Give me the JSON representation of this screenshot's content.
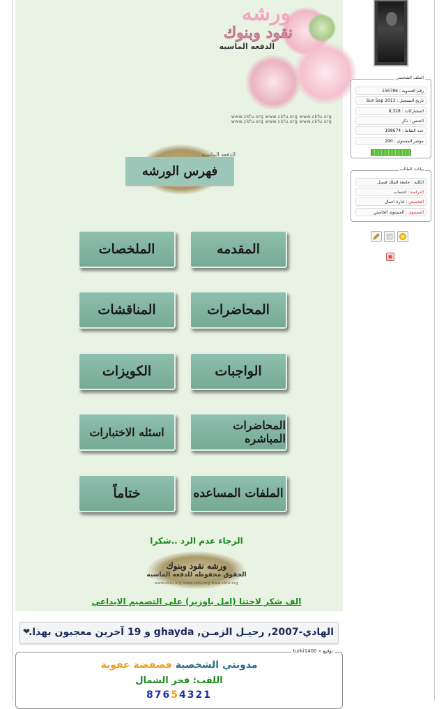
{
  "banner": {
    "title": "ورشه",
    "subtitle": "نقود وبنوك",
    "tagline": "الدفعه الماسيه",
    "url_line1": "www.ckfu.org www.ckfu.org www.ckfu.org",
    "url_line2": "www.ckfu.org www.ckfu.org www.ckfu.org"
  },
  "index": {
    "small_label": "الدفعه الماسيه",
    "title": "فهرس الورشه"
  },
  "buttons": [
    {
      "label": "المقدمه"
    },
    {
      "label": "الملخصات"
    },
    {
      "label": "المحاضرات"
    },
    {
      "label": "المناقشات"
    },
    {
      "label": "الواجبات"
    },
    {
      "label": "الكويزات"
    },
    {
      "label": "المحاضرات المباشره"
    },
    {
      "label": "اسئله الاختبارات"
    },
    {
      "label": "الملفات المساعده"
    },
    {
      "label": "ختاماً"
    }
  ],
  "notice": "الرجاء عدم الرد ..شكرا",
  "credit": {
    "line1": "ورشه نقود وبنوك",
    "line2": "الحقوق محفوظه للدفعه الماسيه",
    "line3": "www.ckfu.org www.ckfu.org www.ckfu.org"
  },
  "thanks": "الف شكر لاختنا (امل باوزير) على التصميم الابداعي",
  "likes": {
    "text": "الهادي-2007, رحيـل الزمـن, ghayda و 19 آخرين معجبون بهذا.",
    "heart": "❤"
  },
  "signature": {
    "legend": "توقيع » turki1400",
    "part1": "مدونتي الشخصية",
    "part2": "فضفضة عفوية",
    "line2": "اللقب: فخر الشمال",
    "digits": [
      "8",
      "7",
      "6",
      "5",
      "4",
      "3",
      "2",
      "1"
    ],
    "highlight_digit": "5",
    "colors": {
      "blue": "#1a2fa8",
      "orange": "#f0a020",
      "teal": "#2e6f8a"
    }
  },
  "profile": {
    "legend": "الملف الشخصي",
    "rows": [
      {
        "key": "رقم العضوية",
        "value": "156786"
      },
      {
        "key": "تاريخ التسجيل",
        "value": "Sun Sep 2013"
      },
      {
        "key": "المشاركات",
        "value": "8,328"
      },
      {
        "key": "الجنس",
        "value": "ذكر"
      },
      {
        "key": "عدد النقاط",
        "value": "198674"
      },
      {
        "key": "مؤشر المستوى",
        "value": "290"
      }
    ],
    "level_fraction": 1.0
  },
  "student": {
    "legend": "بيانات الطالب",
    "rows": [
      {
        "key": "الكلية",
        "value": "جامعة الملك فيصل",
        "red": false
      },
      {
        "key": "الدراسة",
        "value": "انتساب",
        "red": true
      },
      {
        "key": "التخصص",
        "value": "ادارة اعمال",
        "red": true
      },
      {
        "key": "المستوى",
        "value": "المستوى الخامس",
        "red": true
      }
    ]
  },
  "icons": {
    "medal": "medal-icon",
    "edit": "edit-icon",
    "note": "note-icon",
    "report": "report-icon"
  }
}
